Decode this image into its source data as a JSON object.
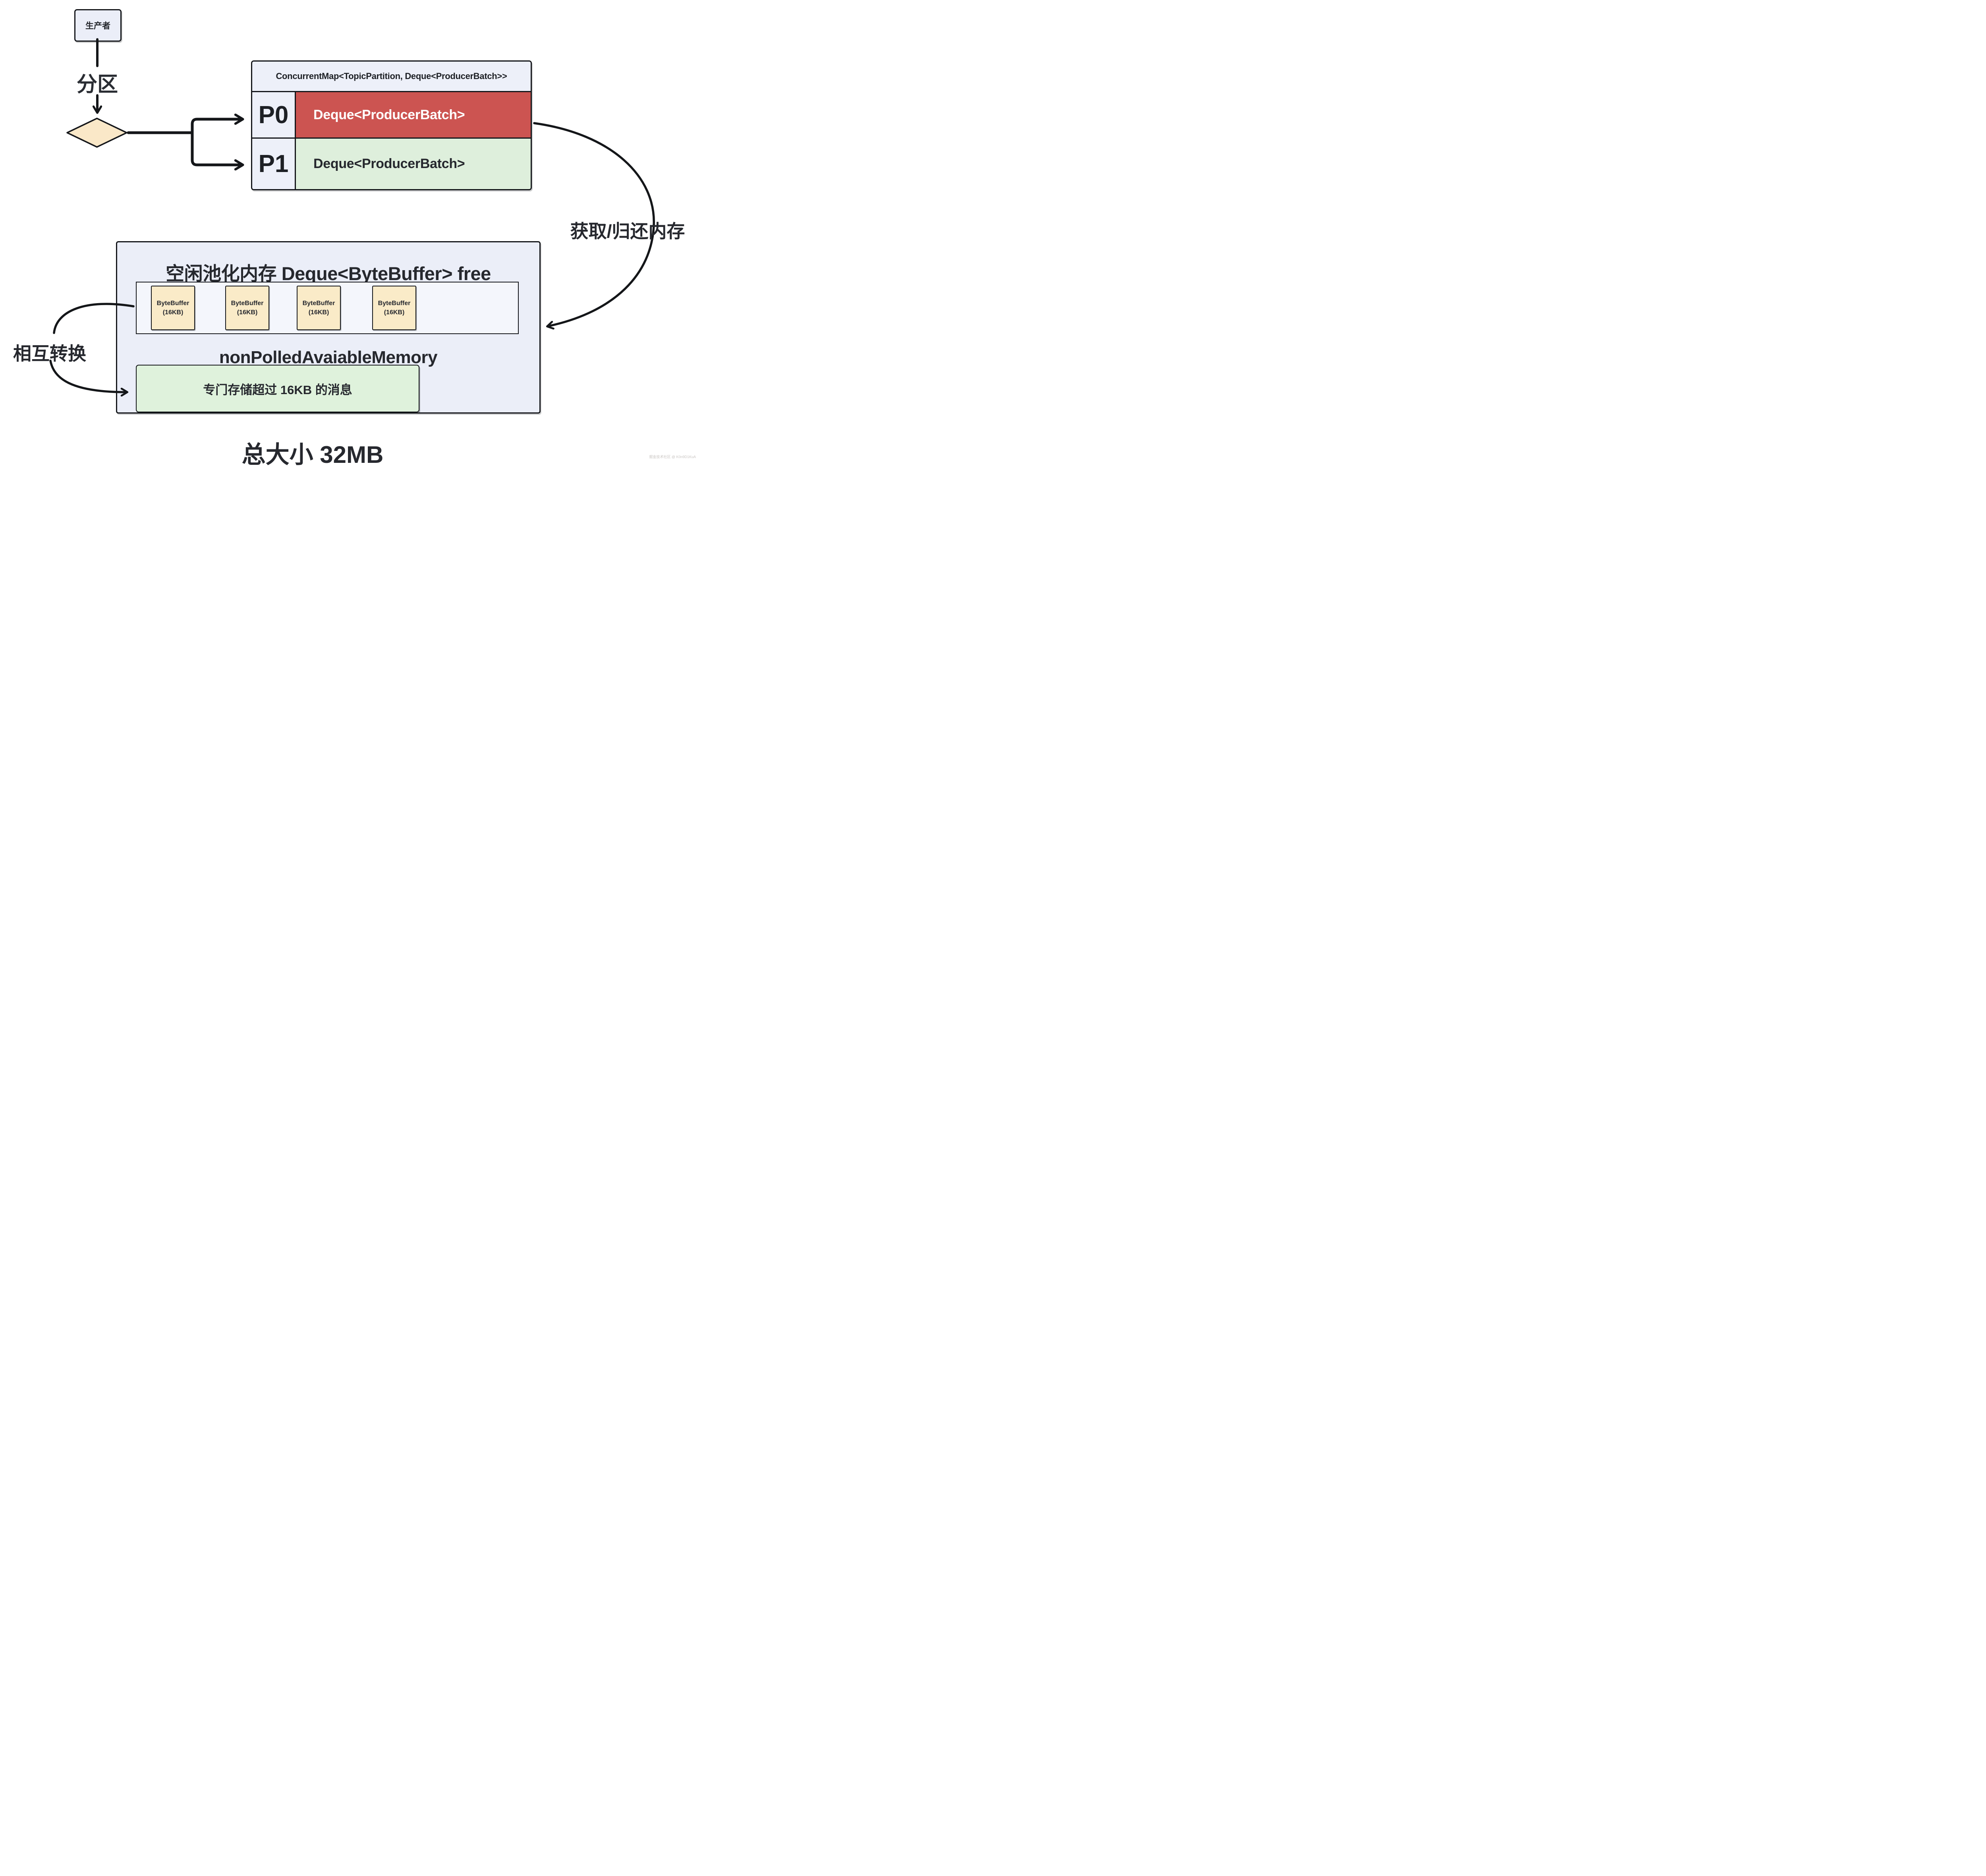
{
  "producer": {
    "label": "生产者"
  },
  "partition_label": "分区",
  "map_table": {
    "header": "ConcurrentMap<TopicPartition, Deque<ProducerBatch>>",
    "rows": [
      {
        "partition": "P0",
        "value": "Deque<ProducerBatch>",
        "state": "busy"
      },
      {
        "partition": "P1",
        "value": "Deque<ProducerBatch>",
        "state": "free"
      }
    ]
  },
  "memory_arrow_label": "获取/归还内存",
  "pool_box": {
    "title": "空闲池化内存 Deque<ByteBuffer> free",
    "buffers": [
      {
        "line1": "ByteBuffer",
        "line2": "(16KB)"
      },
      {
        "line1": "ByteBuffer",
        "line2": "(16KB)"
      },
      {
        "line1": "ByteBuffer",
        "line2": "(16KB)"
      },
      {
        "line1": "ByteBuffer",
        "line2": "(16KB)"
      }
    ],
    "non_pooled_label": "nonPolledAvaiableMemory",
    "non_pooled_note": "专门存储超过 16KB 的消息"
  },
  "convert_label": "相互转换",
  "total_size_label": "总大小 32MB",
  "watermark": "掘金技术社区 @ K0n9D1KuA",
  "colors": {
    "busy_red": "#cc5451",
    "free_green": "#deefdc",
    "buffer_yellow": "#faebc8",
    "panel_lavender": "#ebeef8",
    "line_black": "#141619"
  }
}
